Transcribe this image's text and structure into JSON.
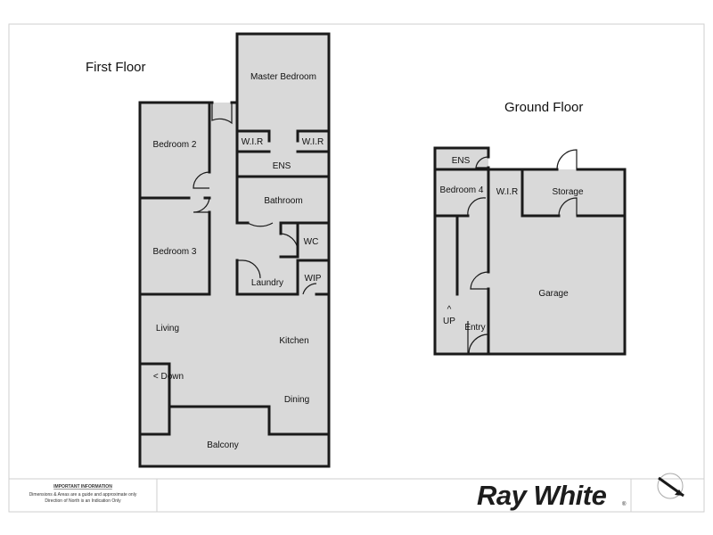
{
  "floors": {
    "first": {
      "title": "First Floor",
      "rooms": {
        "master_bedroom": "Master Bedroom",
        "bedroom_2": "Bedroom 2",
        "bedroom_3": "Bedroom 3",
        "wir_left": "W.I.R",
        "wir_right": "W.I.R",
        "ens": "ENS",
        "bathroom": "Bathroom",
        "wc": "WC",
        "laundry": "Laundry",
        "wip": "WIP",
        "living": "Living",
        "kitchen": "Kitchen",
        "dining": "Dining",
        "balcony": "Balcony",
        "down": "< Down"
      }
    },
    "ground": {
      "title": "Ground Floor",
      "rooms": {
        "ens": "ENS",
        "bedroom_4": "Bedroom 4",
        "wir": "W.I.R",
        "storage": "Storage",
        "garage": "Garage",
        "up_arrow": "^",
        "up": "UP",
        "entry": "Entry"
      }
    }
  },
  "footer": {
    "info_title": "IMPORTANT INFORMATION",
    "info_line1": "Dimensions & Areas are a guide and approximate only",
    "info_line2": "Direction of North is an Indication Only",
    "brand": "Ray White",
    "brand_mark": "®",
    "compass_icon": "north-arrow-icon"
  },
  "colors": {
    "room_fill": "#d9d9d9",
    "wall": "#1a1a1a",
    "brand": "#1d1d1d"
  }
}
